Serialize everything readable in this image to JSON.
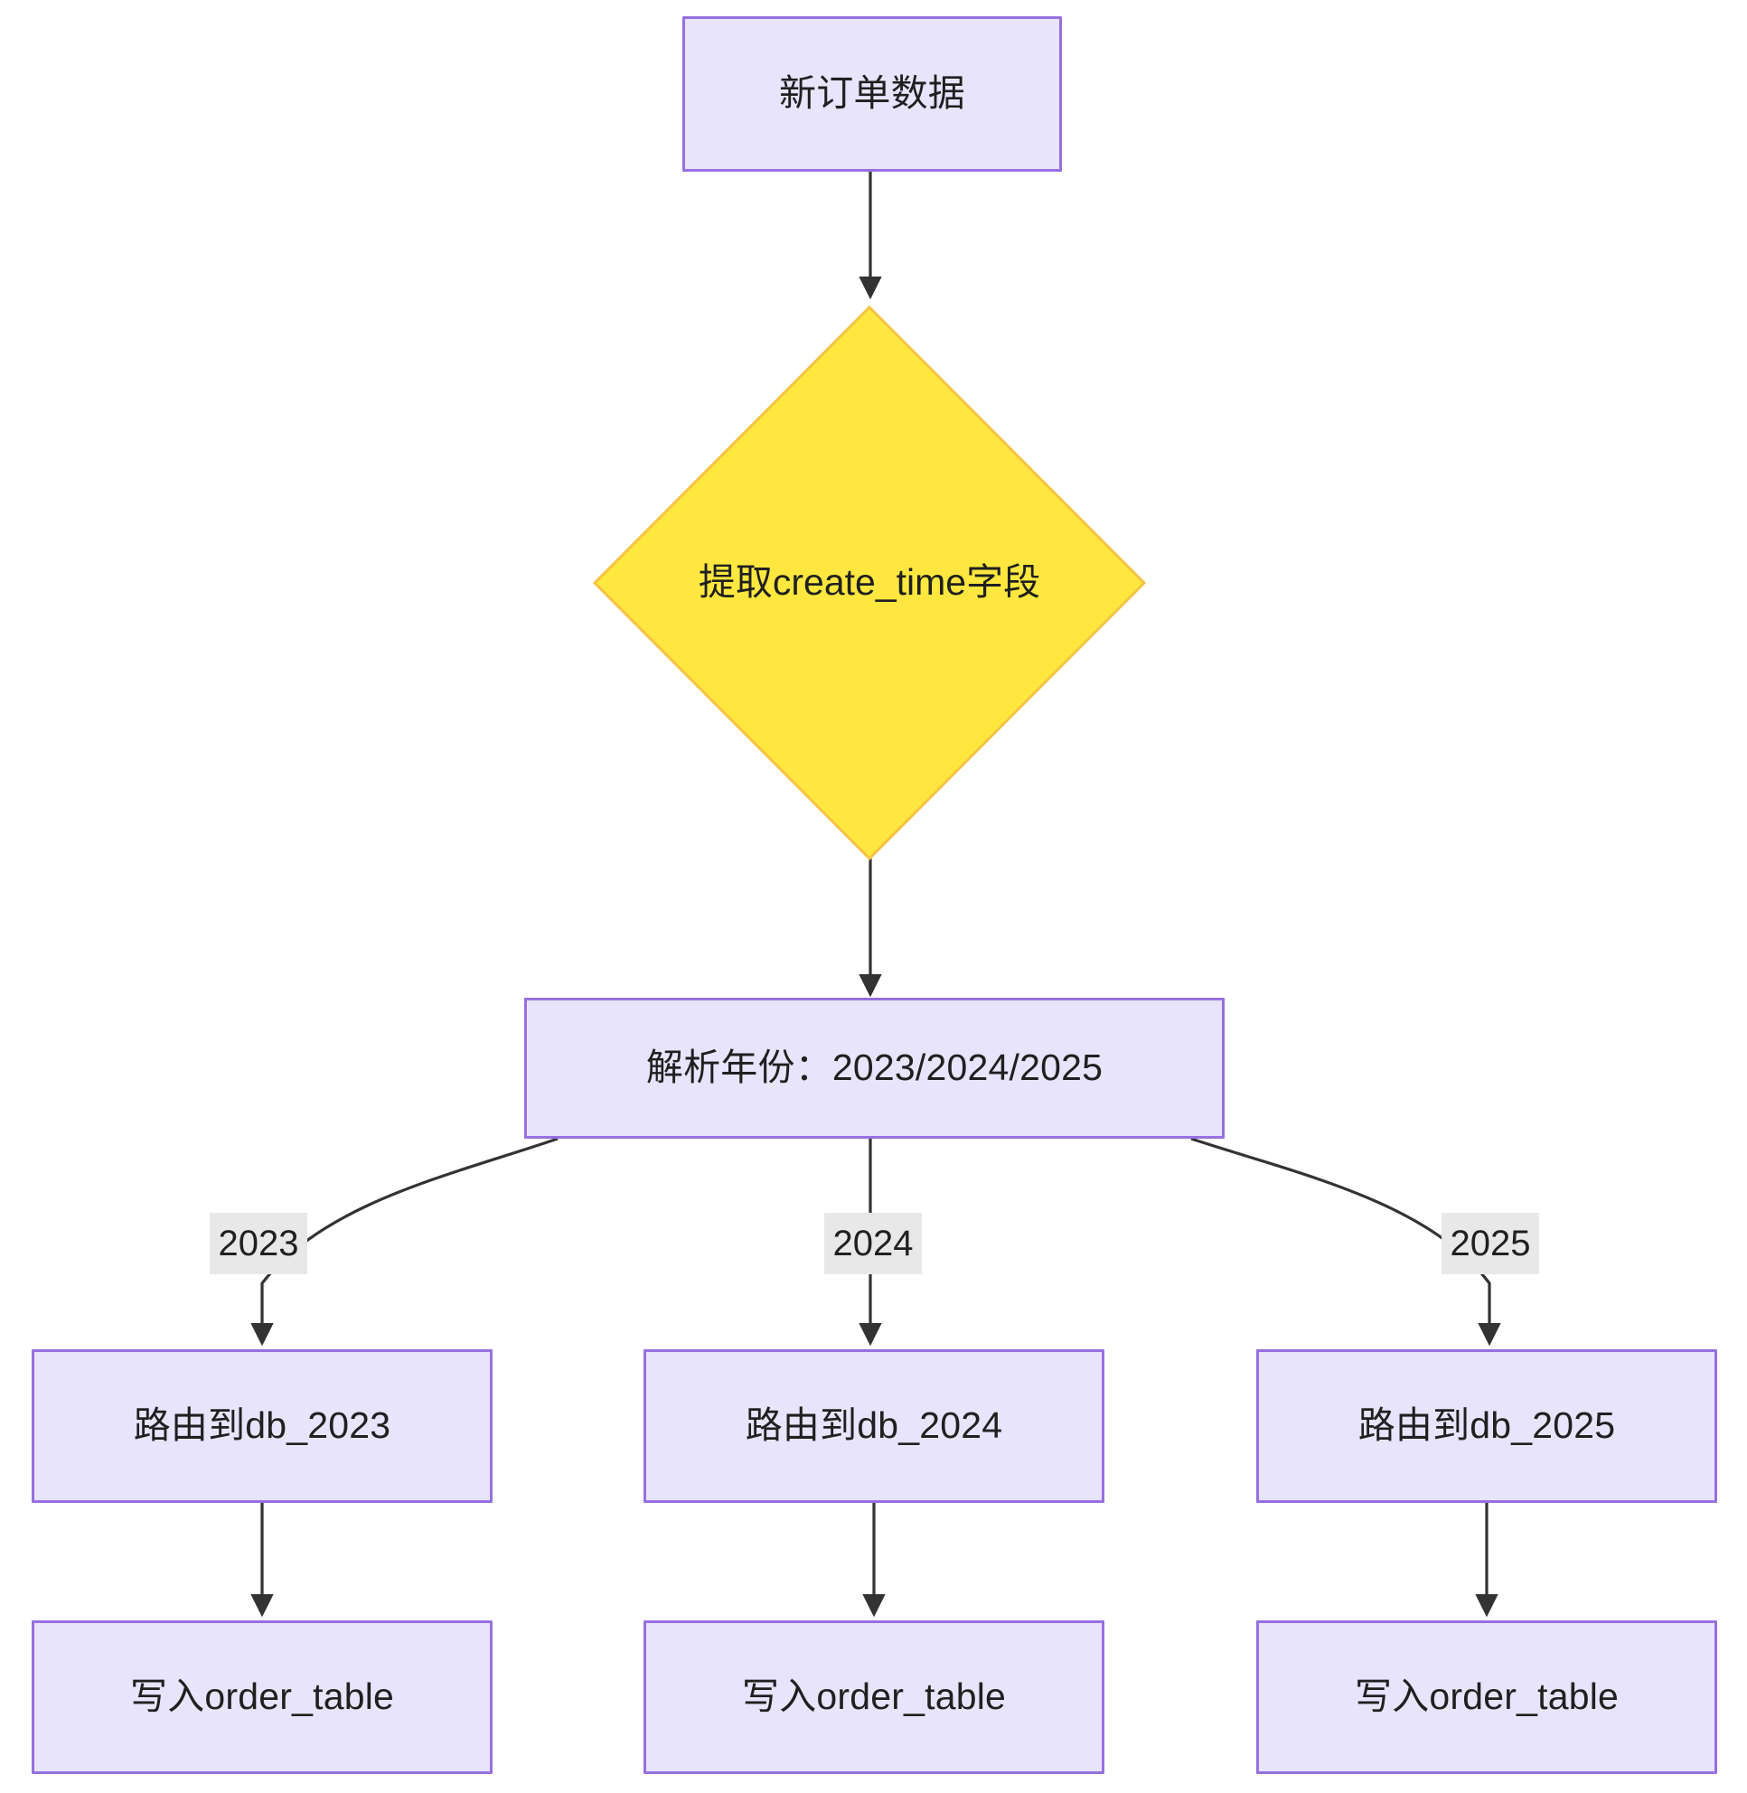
{
  "diagram": {
    "type": "flowchart",
    "direction": "top-down",
    "title": "",
    "colors": {
      "node_fill": "#e8e4fb",
      "node_stroke": "#9670e0",
      "decision_fill": "#ffe73f",
      "decision_stroke": "#f6c344",
      "edge_stroke": "#333333",
      "edge_label_background": "#e8e8e8",
      "text": "#1f2020",
      "canvas_background": "#ffffff"
    },
    "nodes": [
      {
        "id": "n1",
        "shape": "rect",
        "label": "新订单数据"
      },
      {
        "id": "n2",
        "shape": "diamond",
        "label": "提取create_time字段"
      },
      {
        "id": "n3",
        "shape": "rect",
        "label": "解析年份：2023/2024/2025"
      },
      {
        "id": "n4",
        "shape": "rect",
        "label": "路由到db_2023"
      },
      {
        "id": "n5",
        "shape": "rect",
        "label": "路由到db_2024"
      },
      {
        "id": "n6",
        "shape": "rect",
        "label": "路由到db_2025"
      },
      {
        "id": "n7",
        "shape": "rect",
        "label": "写入order_table"
      },
      {
        "id": "n8",
        "shape": "rect",
        "label": "写入order_table"
      },
      {
        "id": "n9",
        "shape": "rect",
        "label": "写入order_table"
      }
    ],
    "edges": [
      {
        "from": "n1",
        "to": "n2",
        "label": ""
      },
      {
        "from": "n2",
        "to": "n3",
        "label": ""
      },
      {
        "from": "n3",
        "to": "n4",
        "label": "2023"
      },
      {
        "from": "n3",
        "to": "n5",
        "label": "2024"
      },
      {
        "from": "n3",
        "to": "n6",
        "label": "2025"
      },
      {
        "from": "n4",
        "to": "n7",
        "label": ""
      },
      {
        "from": "n5",
        "to": "n8",
        "label": ""
      },
      {
        "from": "n6",
        "to": "n9",
        "label": ""
      }
    ],
    "edge_labels": {
      "branch_2023": "2023",
      "branch_2024": "2024",
      "branch_2025": "2025"
    }
  }
}
